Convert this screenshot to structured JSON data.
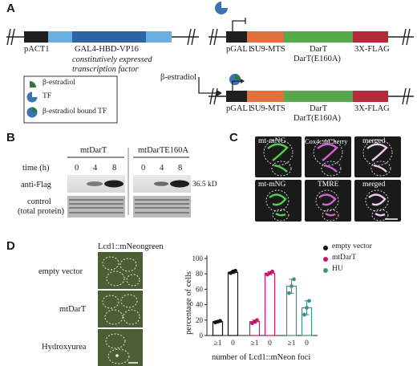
{
  "panelA": {
    "letter": "A",
    "left_construct": {
      "promoter": "pACT1",
      "gene": "GAL4-HBD-VP16",
      "caption_line1": "constitutively expressed",
      "caption_line2": "transcription factor"
    },
    "right_construct": {
      "promoter": "pGAL1",
      "mts": "SU9-MTS",
      "gene_line1": "DarT",
      "gene_line2": "DarT(E160A)",
      "tag": "3X-FLAG"
    },
    "legend": [
      "β-estradiol",
      "TF",
      "β-estradiol bound TF"
    ],
    "arrow_label": "β-estradiol",
    "colors": {
      "promoter": "#1f1f1f",
      "gene_light": "#6aaee0",
      "gene_dark": "#2e64a6",
      "mts": "#e0713c",
      "darT": "#57a84a",
      "flag": "#b52a3a",
      "tf": "#3b73b5",
      "estradiol": "#2d7a3d"
    }
  },
  "panelB": {
    "letter": "B",
    "groups": [
      "mtDarT",
      "mtDarTE160A"
    ],
    "time_label": "time (h)",
    "time_points": [
      "0",
      "4",
      "8",
      "0",
      "4",
      "8"
    ],
    "row1": "anti-Flag",
    "size_marker": "36.5 kD",
    "row2_line1": "control",
    "row2_line2": "(total protein)"
  },
  "panelC": {
    "letter": "C",
    "row1": [
      "mt-mNG",
      "Cox4::mCherry",
      "merged"
    ],
    "row2": [
      "mt-mNG",
      "TMRE",
      "merged"
    ]
  },
  "panelD": {
    "letter": "D",
    "micro_title": "Lcd1::mNeongreen",
    "conditions": [
      "empty vector",
      "mtDarT",
      "Hydroxyurea"
    ],
    "legend": [
      {
        "label": "empty vector",
        "color": "#111111"
      },
      {
        "label": "mtDarT",
        "color": "#c2186b"
      },
      {
        "label": "HU",
        "color": "#3f8f8a"
      }
    ],
    "chart_data": {
      "type": "bar",
      "ylabel": "percentage of cells",
      "xlabel": "number of Lcd1::mNeon foci",
      "ylim": [
        0,
        100
      ],
      "yticks": [
        0,
        20,
        40,
        60,
        80,
        100
      ],
      "categories": [
        "≥1",
        "0",
        "≥1",
        "0",
        "≥1",
        "0"
      ],
      "series": [
        {
          "name": "empty vector",
          "values": [
            18,
            82
          ],
          "points": [
            [
              17,
              18,
              19
            ],
            [
              81,
              83,
              84
            ]
          ]
        },
        {
          "name": "mtDarT",
          "values": [
            18,
            81
          ],
          "points": [
            [
              16,
              18,
              20
            ],
            [
              79,
              81,
              83
            ]
          ]
        },
        {
          "name": "HU",
          "values": [
            64,
            36
          ],
          "points": [
            [
              55,
              64,
              73
            ],
            [
              27,
              36,
              45
            ]
          ]
        }
      ],
      "errors": [
        [
          1,
          1.5
        ],
        [
          2,
          2
        ],
        [
          9,
          9
        ]
      ]
    }
  }
}
